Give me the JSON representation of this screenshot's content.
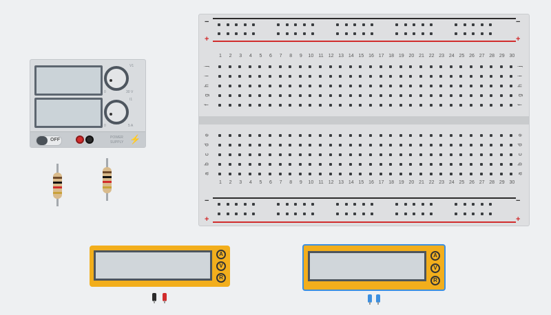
{
  "power_supply": {
    "toggle_label": "OFF",
    "knob1": {
      "min": "0",
      "max": "30 V",
      "tag": "V1"
    },
    "knob2": {
      "min": "0",
      "max": "5 A",
      "tag": "I1"
    },
    "brand_line1": "POWER",
    "brand_line2": "SUPPLY",
    "terminal_colors": {
      "positive": "#d12c2c",
      "negative": "#2b2b2b"
    }
  },
  "breadboard": {
    "columns": [
      "1",
      "2",
      "3",
      "4",
      "5",
      "6",
      "7",
      "8",
      "9",
      "10",
      "11",
      "12",
      "13",
      "14",
      "15",
      "16",
      "17",
      "18",
      "19",
      "20",
      "21",
      "22",
      "23",
      "24",
      "25",
      "26",
      "27",
      "28",
      "29",
      "30"
    ],
    "top_rows": [
      "j",
      "i",
      "h",
      "g",
      "f"
    ],
    "bottom_rows": [
      "e",
      "d",
      "c",
      "b",
      "a"
    ],
    "rail_minus": "−",
    "rail_plus": "+",
    "colors": {
      "rail_negative": "#2b2b2b",
      "rail_positive": "#d12c2c"
    }
  },
  "multimeter1": {
    "buttons": [
      "A",
      "V",
      "R"
    ],
    "frame_color": "#f2ae1c",
    "probe_colors": [
      "#2b2b2b",
      "#d12c2c"
    ]
  },
  "multimeter2": {
    "buttons": [
      "A",
      "V",
      "R"
    ],
    "frame_color": "#f2ae1c",
    "outline_color": "#3c8fe0",
    "probe_colors": [
      "#3c8fe0",
      "#3c8fe0"
    ]
  }
}
